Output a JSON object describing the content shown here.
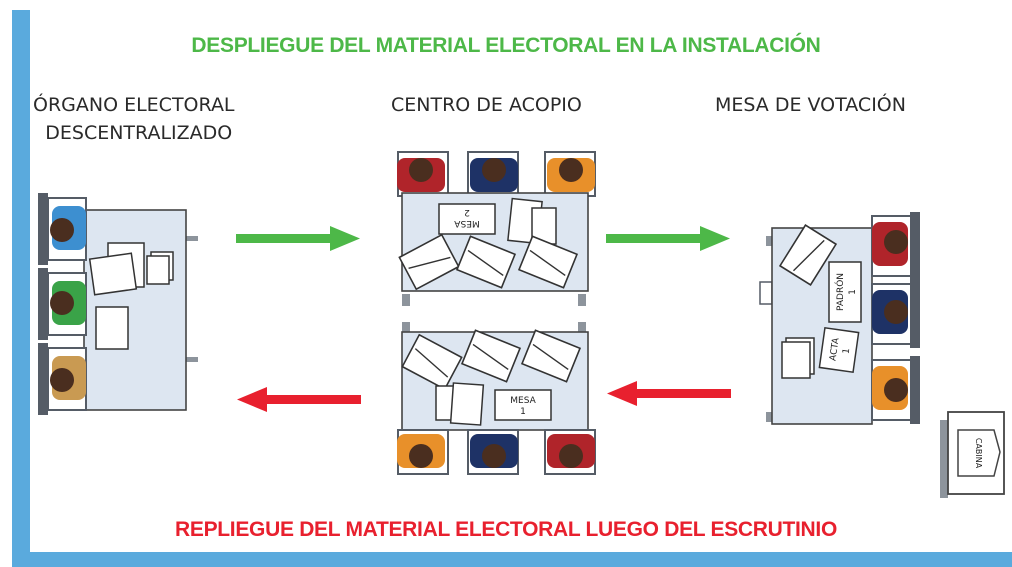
{
  "title_top": "DESPLIEGUE DEL MATERIAL ELECTORAL EN LA INSTALACIÓN",
  "title_bottom": "REPLIEGUE DEL MATERIAL ELECTORAL LUEGO DEL ESCRUTINIO",
  "labels": {
    "organo_line1": "ÓRGANO  ELECTORAL",
    "organo_line2": "DESCENTRALIZADO",
    "centro": "CENTRO DE ACOPIO",
    "mesa_votacion": "MESA DE VOTACIÓN"
  },
  "doc_text": {
    "mesa": "MESA",
    "mesa_top_number": "2",
    "mesa_bottom_number": "1",
    "padron": "PADRÓN",
    "padron_number": "1",
    "acta": "ACTA",
    "acta_number": "1",
    "cabina": "CABINA"
  },
  "colors": {
    "deploy": "#4db848",
    "retreat": "#e8202e",
    "frame": "#5aaadd",
    "table": "#dde6f1",
    "chair": "#555c66",
    "person_red": "#b0242a",
    "person_navy": "#1e3266",
    "person_orange": "#e8902a",
    "person_blue": "#3d8fd0",
    "person_green": "#3aa348",
    "person_tan": "#c99a52"
  }
}
